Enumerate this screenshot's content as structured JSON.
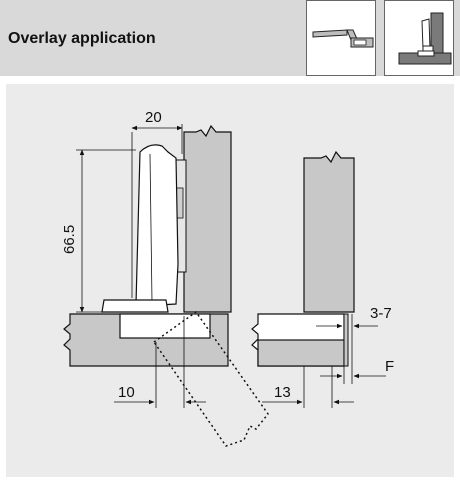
{
  "header": {
    "title": "Overlay application",
    "thumbnails": [
      "inset-hinge-side-view-icon",
      "overlay-hinge-mounted-icon"
    ]
  },
  "drawing": {
    "dimensions": {
      "width_label": "20",
      "height_label": "66.5",
      "boring_label": "10",
      "overlay_label": "13",
      "gap_label": "3-7",
      "f_label": "F"
    }
  },
  "colors": {
    "header_bg": "#d9d9d9",
    "drawing_bg": "#ebebeb",
    "panel_fill": "#c8c8c8"
  }
}
